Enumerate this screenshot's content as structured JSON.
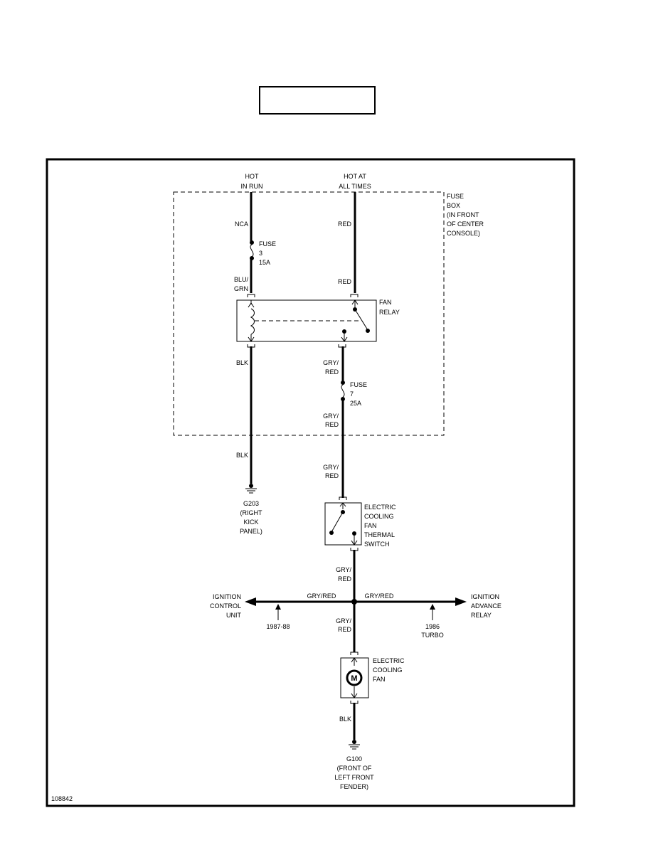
{
  "title_box": "",
  "sources": [
    {
      "line1": "HOT",
      "line2": "IN RUN"
    },
    {
      "line1": "HOT AT",
      "line2": "ALL TIMES"
    }
  ],
  "fuse_box_label": [
    "FUSE",
    "BOX",
    "(IN FRONT",
    "OF CENTER",
    "CONSOLE)"
  ],
  "wires": {
    "nca": "NCA",
    "red_top": "RED",
    "red_mid": "RED",
    "blu_grn": [
      "BLU/",
      "GRN"
    ],
    "blk_1": "BLK",
    "blk_2": "BLK",
    "gry_red_1": [
      "GRY/",
      "RED"
    ],
    "gry_red_2": [
      "GRY/",
      "RED"
    ],
    "gry_red_3": [
      "GRY/",
      "RED"
    ],
    "gry_red_4": [
      "GRY/",
      "RED"
    ],
    "gry_red_5": [
      "GRY/",
      "RED"
    ],
    "gry_red_left": "GRY/RED",
    "gry_red_right": "GRY/RED",
    "blk_bottom": "BLK"
  },
  "fuse_3": [
    "FUSE",
    "3",
    "15A"
  ],
  "fuse_7": [
    "FUSE",
    "7",
    "25A"
  ],
  "fan_relay": [
    "FAN",
    "RELAY"
  ],
  "thermal_switch": [
    "ELECTRIC",
    "COOLING",
    "FAN",
    "THERMAL",
    "SWITCH"
  ],
  "cooling_fan": [
    "ELECTRIC",
    "COOLING",
    "FAN"
  ],
  "motor_symbol": "M",
  "ground_g203": [
    "G203",
    "(RIGHT",
    "KICK",
    "PANEL)"
  ],
  "ground_g100": [
    "G100",
    "(FRONT OF",
    "LEFT FRONT",
    "FENDER)"
  ],
  "ignition_control": [
    "IGNITION",
    "CONTROL",
    "UNIT"
  ],
  "ignition_advance": [
    "IGNITION",
    "ADVANCE",
    "RELAY"
  ],
  "note_left": "1987-88",
  "note_right": [
    "1986",
    "TURBO"
  ],
  "figure_number": "108842"
}
